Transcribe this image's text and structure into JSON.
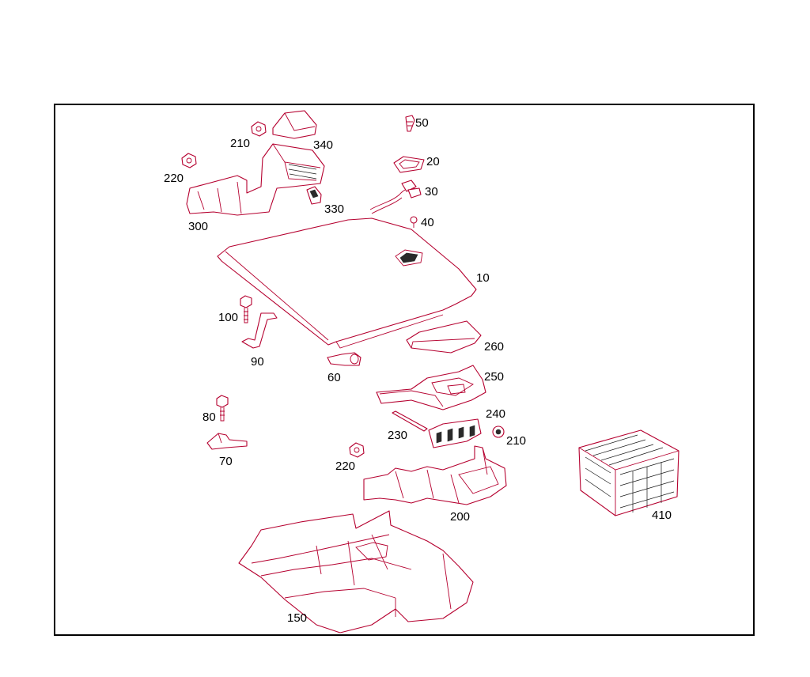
{
  "diagram": {
    "callouts": [
      {
        "id": "c10",
        "text": "10"
      },
      {
        "id": "c20",
        "text": "20"
      },
      {
        "id": "c30",
        "text": "30"
      },
      {
        "id": "c40",
        "text": "40"
      },
      {
        "id": "c50",
        "text": "50"
      },
      {
        "id": "c60",
        "text": "60"
      },
      {
        "id": "c70",
        "text": "70"
      },
      {
        "id": "c80",
        "text": "80"
      },
      {
        "id": "c90",
        "text": "90"
      },
      {
        "id": "c100",
        "text": "100"
      },
      {
        "id": "c150",
        "text": "150"
      },
      {
        "id": "c200",
        "text": "200"
      },
      {
        "id": "c210a",
        "text": "210"
      },
      {
        "id": "c210b",
        "text": "210"
      },
      {
        "id": "c220a",
        "text": "220"
      },
      {
        "id": "c220b",
        "text": "220"
      },
      {
        "id": "c230",
        "text": "230"
      },
      {
        "id": "c240",
        "text": "240"
      },
      {
        "id": "c250",
        "text": "250"
      },
      {
        "id": "c260",
        "text": "260"
      },
      {
        "id": "c300",
        "text": "300"
      },
      {
        "id": "c330",
        "text": "330"
      },
      {
        "id": "c340",
        "text": "340"
      },
      {
        "id": "c410",
        "text": "410"
      }
    ]
  },
  "colors": {
    "line": "#b5002f",
    "frame": "#000000"
  }
}
